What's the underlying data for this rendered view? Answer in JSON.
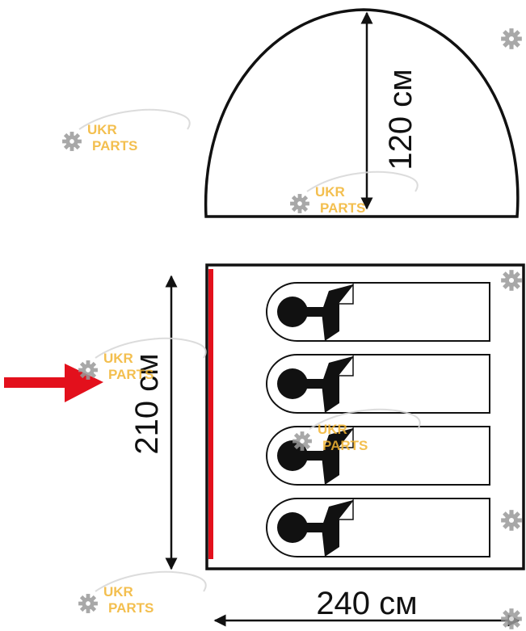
{
  "dimensions": {
    "height_label": "120 см",
    "depth_label": "210 см",
    "width_label": "240 см"
  },
  "watermark": {
    "brand_top": "UKR",
    "brand_bottom": "PARTS"
  },
  "sleeping_places": 4,
  "colors": {
    "outline": "#111111",
    "entrance": "#e3101c",
    "watermark": "#f2b431",
    "watermark_gear": "#9a9a9a"
  }
}
